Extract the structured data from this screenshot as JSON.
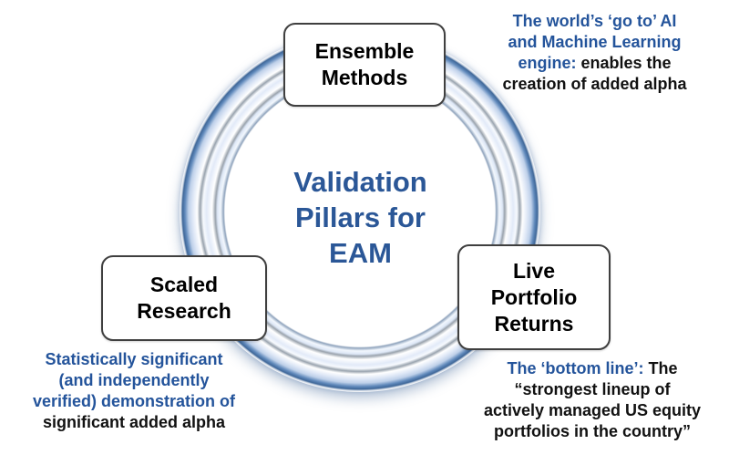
{
  "diagram": {
    "title": "Validation Pillars for EAM",
    "colors": {
      "title_blue": "#2B5797",
      "note_blue": "#24549B",
      "pillar_text_black": "#000000",
      "ring_edge_blue": "#3F6798",
      "ring_fill_light_blue": "#DDE7F6"
    },
    "pillars": [
      {
        "id": "ensemble-methods",
        "label": "Ensemble Methods"
      },
      {
        "id": "scaled-research",
        "label": "Scaled Research"
      },
      {
        "id": "live-portfolio-returns",
        "label": "Live Portfolio Returns"
      }
    ],
    "annotations": [
      {
        "id": "ensemble-methods-note",
        "highlight": "The world’s ‘go to’ AI and Machine Learning engine:",
        "rest": "enables the creation of added alpha"
      },
      {
        "id": "scaled-research-note",
        "highlight": "Statistically significant (and independently verified) demonstration of",
        "rest": "significant added alpha"
      },
      {
        "id": "live-portfolio-returns-note",
        "highlight": "The ‘bottom line’:",
        "rest": "The “strongest lineup of actively managed US equity portfolios in the country”"
      }
    ]
  }
}
